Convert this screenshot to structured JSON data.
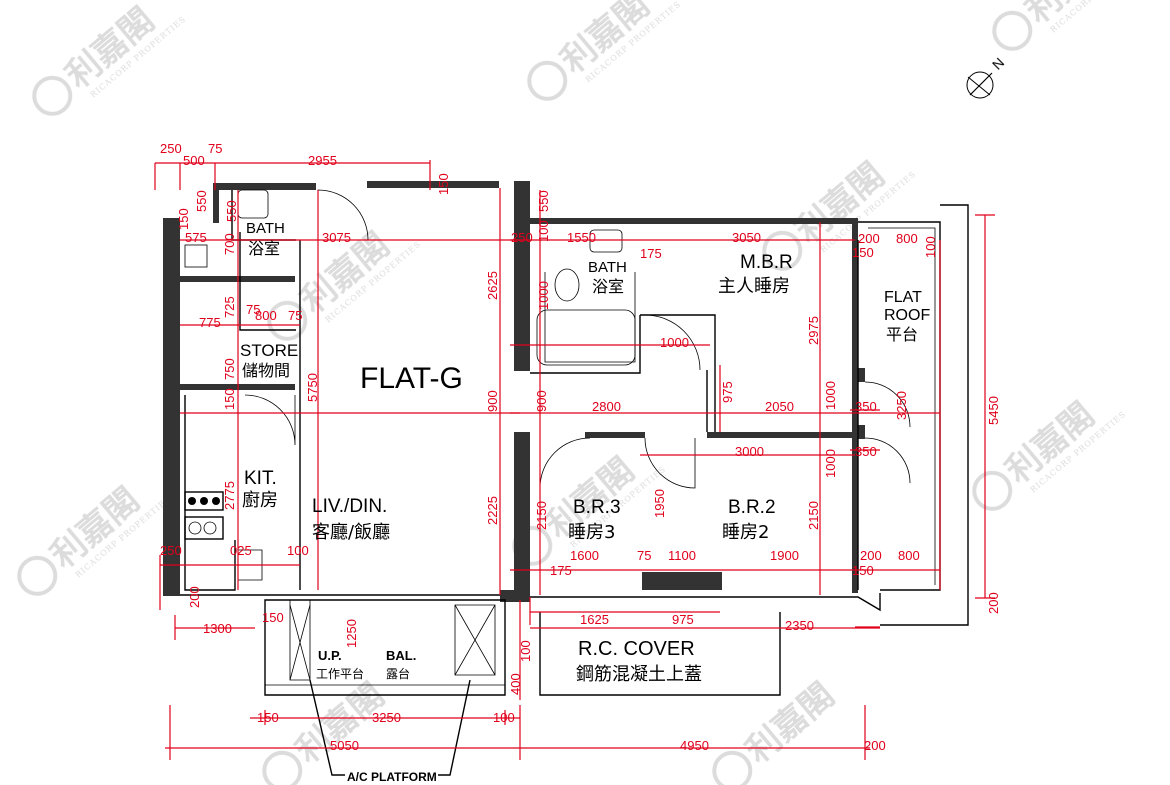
{
  "watermark": {
    "brand_cn": "利嘉閣",
    "brand_en": "RICACORP PROPERTIES"
  },
  "flat_title": "FLAT-G",
  "north": "N",
  "rooms": {
    "bath1": {
      "en": "BATH",
      "cn": "浴室"
    },
    "store": {
      "en": "STORE",
      "cn": "儲物間"
    },
    "kitchen": {
      "en": "KIT.",
      "cn": "廚房"
    },
    "living": {
      "en": "LIV./DIN.",
      "cn": "客廳/飯廳"
    },
    "bath2": {
      "en": "BATH",
      "cn": "浴室"
    },
    "mbr": {
      "en": "M.B.R",
      "cn": "主人睡房"
    },
    "flat_roof": {
      "en1": "FLAT",
      "en2": "ROOF",
      "cn": "平台"
    },
    "br3": {
      "en": "B.R.3",
      "cn": "睡房3"
    },
    "br2": {
      "en": "B.R.2",
      "cn": "睡房2"
    },
    "up": {
      "en": "U.P.",
      "cn": "工作平台"
    },
    "bal": {
      "en": "BAL.",
      "cn": "露台"
    },
    "rc_cover": {
      "en": "R.C. COVER",
      "cn": "鋼筋混凝土上蓋"
    },
    "ac_platform": "A/C PLATFORM"
  },
  "dims": {
    "top_250": "250",
    "top_75": "75",
    "top_500": "500",
    "top_2955": "2955",
    "top_150": "150",
    "l_550a": "550",
    "l_550b": "550",
    "l_150a": "150",
    "l_575": "575",
    "l_3075": "3075",
    "l_700": "700",
    "l_725": "725",
    "l_775": "775",
    "l_800": "800",
    "l_75a": "75",
    "l_75b": "75",
    "l_750": "750",
    "l_150b": "150",
    "l_5750": "5750",
    "l_2775": "2775",
    "m_2625": "2625",
    "m_550": "550",
    "m_100": "100",
    "m_250": "250",
    "m_1550": "1550",
    "m_3050": "3050",
    "m_175": "175",
    "m_1000a": "1000",
    "m_2975": "2975",
    "m_1000b": "1000",
    "m_900a": "900",
    "m_900b": "900",
    "m_2800": "2800",
    "m_975": "975",
    "m_2050": "2050",
    "m_1000c": "1000",
    "m_1000d": "1000",
    "m_350a": "350",
    "m_350b": "350",
    "m_3250": "3250",
    "m_3000": "3000",
    "m_5450": "5450",
    "m_200a": "200",
    "m_800a": "800",
    "m_150a": "150",
    "m_100b": "100",
    "m_2225": "2225",
    "m_2150a": "2150",
    "m_1950": "1950",
    "m_2150b": "2150",
    "b_250": "250",
    "b_025": "025",
    "b_100": "100",
    "b_1600": "1600",
    "b_75": "75",
    "b_1100": "1100",
    "b_1900": "1900",
    "b_200": "200",
    "b_800": "800",
    "b_150": "150",
    "b_175": "175",
    "b_1625": "1625",
    "b_975": "975",
    "b_2350": "2350",
    "b_200b": "200",
    "b_1300": "1300",
    "b_150c": "150",
    "b_1250": "1250",
    "b_150d": "150",
    "b_3250": "3250",
    "b_100c": "100",
    "b_5050": "5050",
    "b_4950": "4950",
    "b_200c": "200",
    "b_200d": "200",
    "b_400": "400",
    "b_100d": "100"
  }
}
